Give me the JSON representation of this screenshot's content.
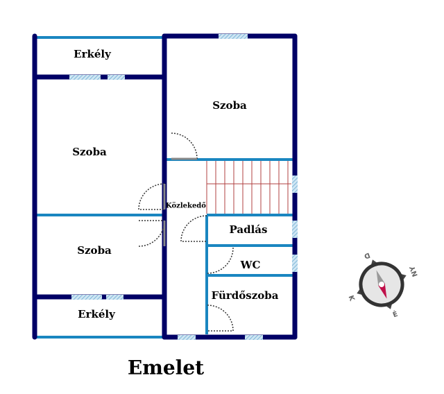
{
  "title": "Emelet",
  "rooms": {
    "balcony_top": "Erkély",
    "room_left_top": "Szoba",
    "room_right_top": "Szoba",
    "room_left_bottom": "Szoba",
    "balcony_bottom": "Erkély",
    "corridor": "Közlekedő",
    "attic": "Padlás",
    "wc": "WC",
    "bathroom": "Fürdőszoba"
  },
  "compass": {
    "north": "É",
    "south": "D",
    "east": "K",
    "west": "NY"
  },
  "colors": {
    "wall": "#000066",
    "partition": "#1a86c0",
    "window": "#9fcbe3",
    "stairs": "#b04040",
    "compass_needle": "#c0104a"
  }
}
